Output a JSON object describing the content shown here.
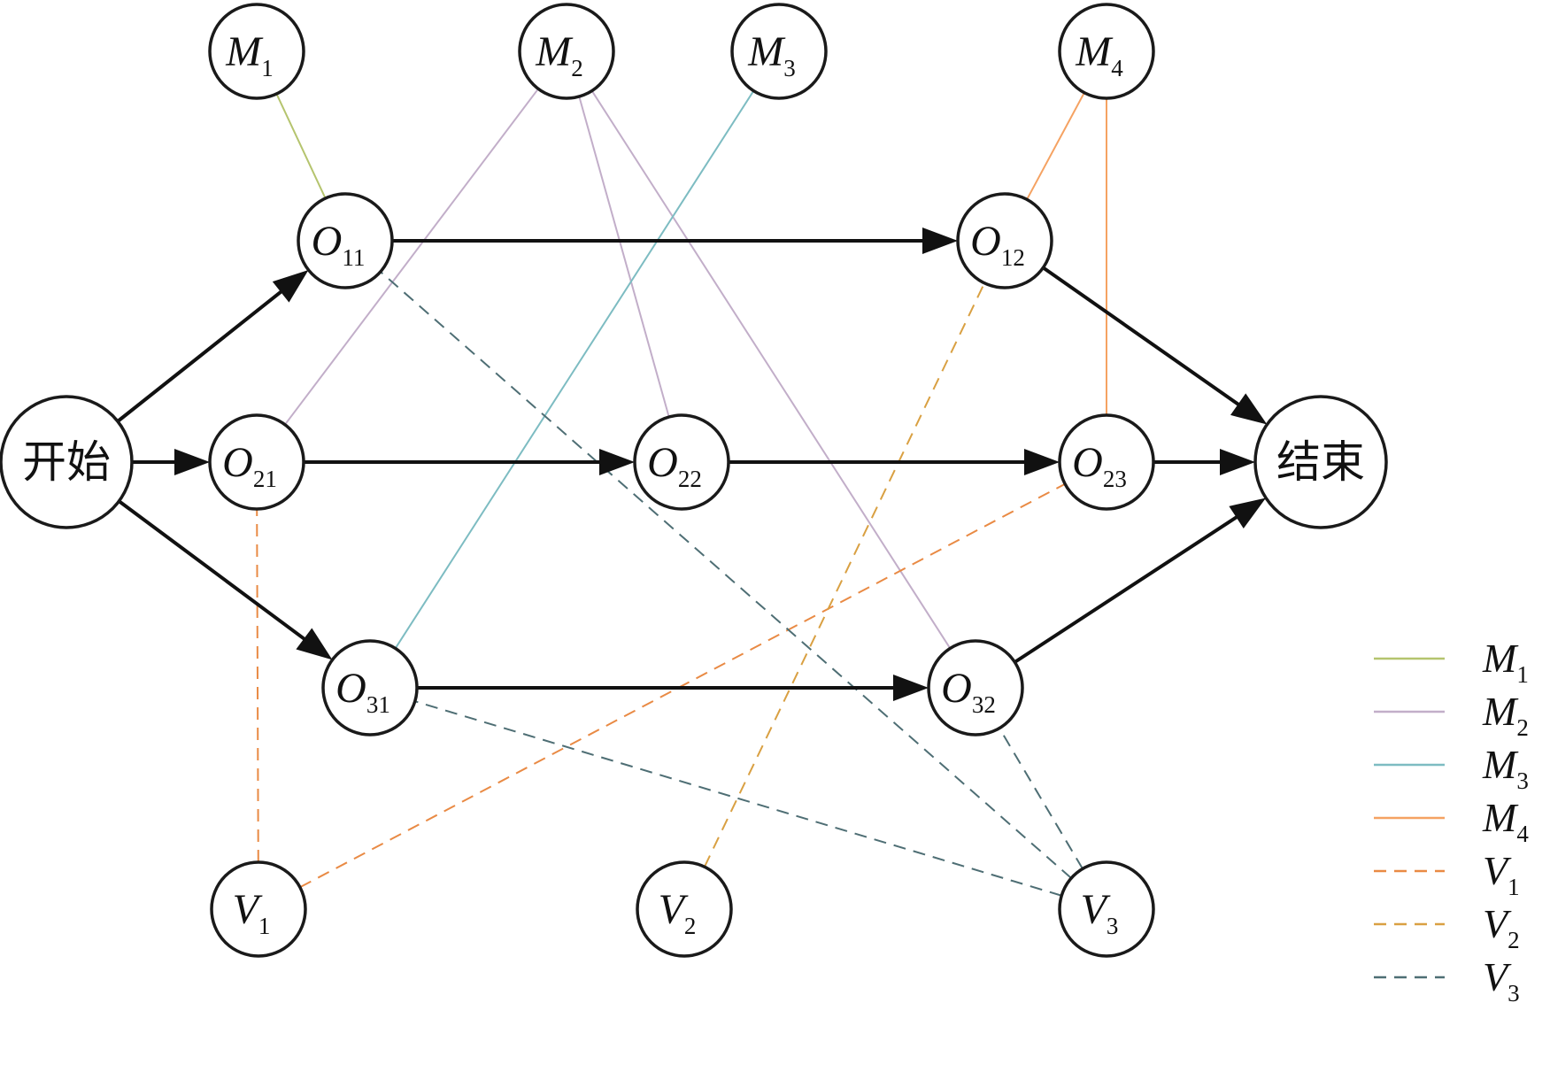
{
  "colors": {
    "M1": "#b5c46e",
    "M2": "#c2aec9",
    "M3": "#7dbcc2",
    "M4": "#f5a262",
    "V1": "#e98a44",
    "V2": "#d9a042",
    "V3": "#4e6e74",
    "flow": "#111111"
  },
  "nodes": [
    {
      "id": "M1",
      "main": "M",
      "sub": "1"
    },
    {
      "id": "M2",
      "main": "M",
      "sub": "2"
    },
    {
      "id": "M3",
      "main": "M",
      "sub": "3"
    },
    {
      "id": "M4",
      "main": "M",
      "sub": "4"
    },
    {
      "id": "start",
      "text": "开始"
    },
    {
      "id": "end",
      "text": "结束"
    },
    {
      "id": "O11",
      "main": "O",
      "sub": "11"
    },
    {
      "id": "O12",
      "main": "O",
      "sub": "12"
    },
    {
      "id": "O21",
      "main": "O",
      "sub": "21"
    },
    {
      "id": "O22",
      "main": "O",
      "sub": "22"
    },
    {
      "id": "O23",
      "main": "O",
      "sub": "23"
    },
    {
      "id": "O31",
      "main": "O",
      "sub": "31"
    },
    {
      "id": "O32",
      "main": "O",
      "sub": "32"
    },
    {
      "id": "V1",
      "main": "V",
      "sub": "1"
    },
    {
      "id": "V2",
      "main": "V",
      "sub": "2"
    },
    {
      "id": "V3",
      "main": "V",
      "sub": "3"
    }
  ],
  "flow_edges": [
    {
      "from": "start",
      "to": "O11"
    },
    {
      "from": "start",
      "to": "O21"
    },
    {
      "from": "start",
      "to": "O31"
    },
    {
      "from": "O11",
      "to": "O12"
    },
    {
      "from": "O21",
      "to": "O22"
    },
    {
      "from": "O22",
      "to": "O23"
    },
    {
      "from": "O31",
      "to": "O32"
    },
    {
      "from": "O12",
      "to": "end"
    },
    {
      "from": "O23",
      "to": "end"
    },
    {
      "from": "O32",
      "to": "end"
    }
  ],
  "resource_links": [
    {
      "resource": "M1",
      "op": "O11"
    },
    {
      "resource": "M2",
      "op": "O21"
    },
    {
      "resource": "M2",
      "op": "O22"
    },
    {
      "resource": "M2",
      "op": "O32"
    },
    {
      "resource": "M3",
      "op": "O31"
    },
    {
      "resource": "M4",
      "op": "O12"
    },
    {
      "resource": "M4",
      "op": "O23"
    },
    {
      "resource": "V1",
      "op": "O21"
    },
    {
      "resource": "V1",
      "op": "O23"
    },
    {
      "resource": "V2",
      "op": "O12"
    },
    {
      "resource": "V3",
      "op": "O11"
    },
    {
      "resource": "V3",
      "op": "O31"
    },
    {
      "resource": "V3",
      "op": "O32"
    }
  ],
  "legend": [
    {
      "key": "M1",
      "main": "M",
      "sub": "1",
      "dashed": false
    },
    {
      "key": "M2",
      "main": "M",
      "sub": "2",
      "dashed": false
    },
    {
      "key": "M3",
      "main": "M",
      "sub": "3",
      "dashed": false
    },
    {
      "key": "M4",
      "main": "M",
      "sub": "4",
      "dashed": false
    },
    {
      "key": "V1",
      "main": "V",
      "sub": "1",
      "dashed": true
    },
    {
      "key": "V2",
      "main": "V",
      "sub": "2",
      "dashed": true
    },
    {
      "key": "V3",
      "main": "V",
      "sub": "3",
      "dashed": true
    }
  ]
}
